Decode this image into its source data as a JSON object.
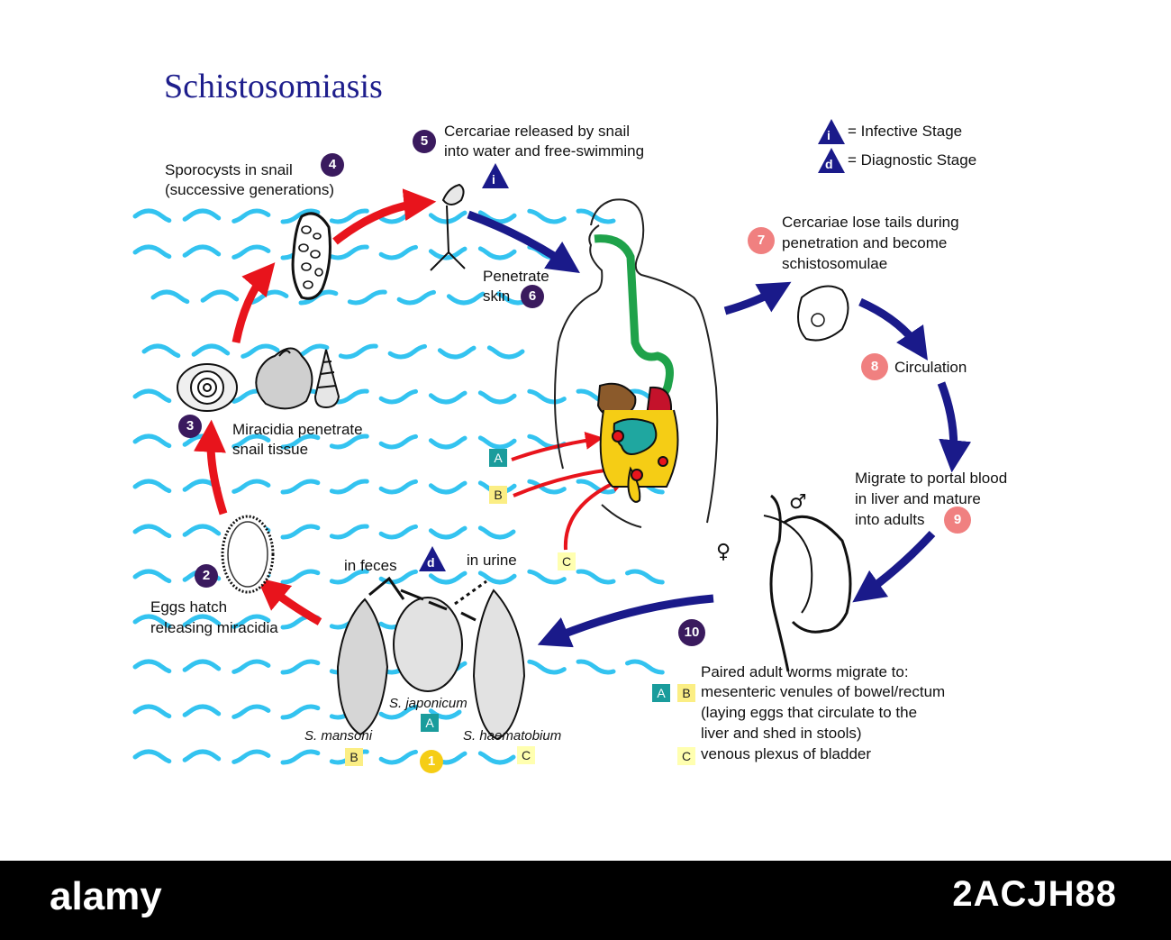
{
  "title": "Schistosomiasis",
  "legend": {
    "infective_letter": "i",
    "infective_text": "= Infective Stage",
    "diagnostic_letter": "d",
    "diagnostic_text": "= Diagnostic Stage"
  },
  "steps": {
    "s1": "1",
    "s2": "2",
    "s2_text": [
      "Eggs hatch",
      "releasing miracidia"
    ],
    "s3": "3",
    "s3_text": [
      "Miracidia penetrate",
      "snail tissue"
    ],
    "s4": "4",
    "s4_text": [
      "Sporocysts in snail",
      "(successive generations)"
    ],
    "s5": "5",
    "s5_text": [
      "Cercariae released by snail",
      "into water and free-swimming"
    ],
    "s6": "6",
    "s6_text": [
      "Penetrate",
      "skin"
    ],
    "s7": "7",
    "s7_text": [
      "Cercariae lose tails during",
      "penetration and become",
      "schistosomulae"
    ],
    "s8": "8",
    "s8_text": "Circulation",
    "s9": "9",
    "s9_text": [
      "Migrate to portal blood",
      "in liver and mature",
      "into adults"
    ],
    "s10": "10",
    "s10_text": [
      "Paired adult worms migrate to:",
      "mesenteric venules of bowel/rectum",
      "(laying eggs that circulate to the",
      "liver and shed in stools)",
      "venous plexus of bladder"
    ]
  },
  "eggs": {
    "in_feces": "in feces",
    "in_urine": "in urine",
    "mansoni": "S. mansoni",
    "japonicum": "S. japonicum",
    "haematobium": "S. haematobium"
  },
  "tags": {
    "a": "A",
    "b": "B",
    "c": "C"
  },
  "sex": {
    "male": "♂",
    "female": "♀"
  },
  "stock": {
    "logo": "alamy",
    "id": "2ACJH88"
  },
  "colors": {
    "title": "#1e1e8c",
    "step_purple": "#3a1a5e",
    "step_pink": "#f08080",
    "step_yellow": "#f5cd15",
    "arrow_red": "#e8141c",
    "arrow_blue": "#1a1a8a",
    "water": "#33c3f0",
    "tag_teal": "#1a9c9c",
    "tag_yellow": "#fbee84"
  }
}
